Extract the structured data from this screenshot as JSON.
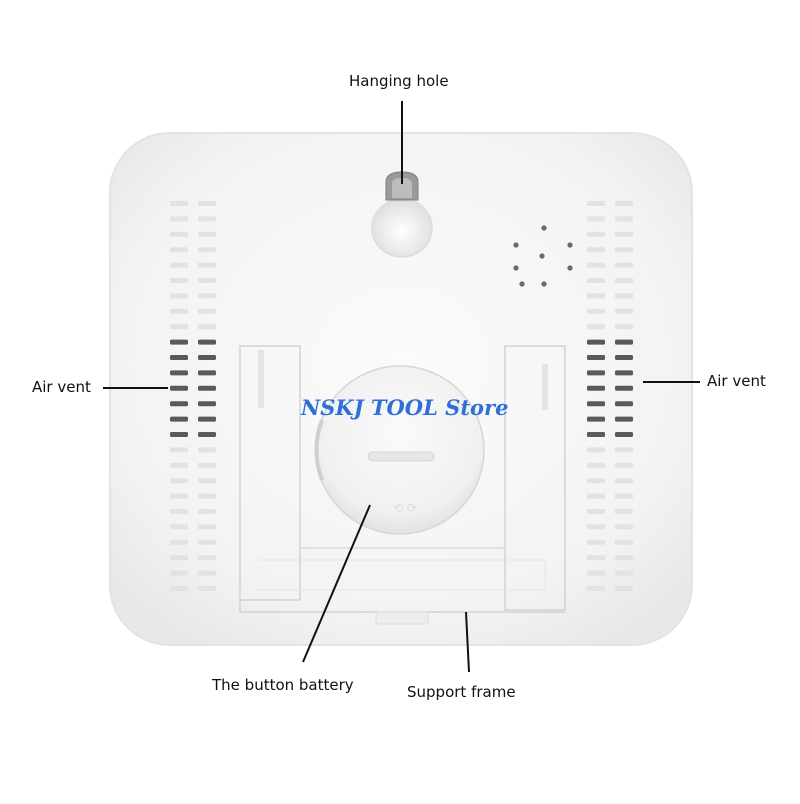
{
  "labels": {
    "hanging_hole": "Hanging hole",
    "air_vent_left": "Air vent",
    "air_vent_right": "Air vent",
    "button_battery": "The button battery",
    "support_frame": "Support frame"
  },
  "watermark": "NSKJ TOOL Store",
  "colors": {
    "background": "#ffffff",
    "body": "#f4f4f4",
    "vent": "#555555",
    "leader": "#111111",
    "watermark": "#2f6fd6"
  }
}
